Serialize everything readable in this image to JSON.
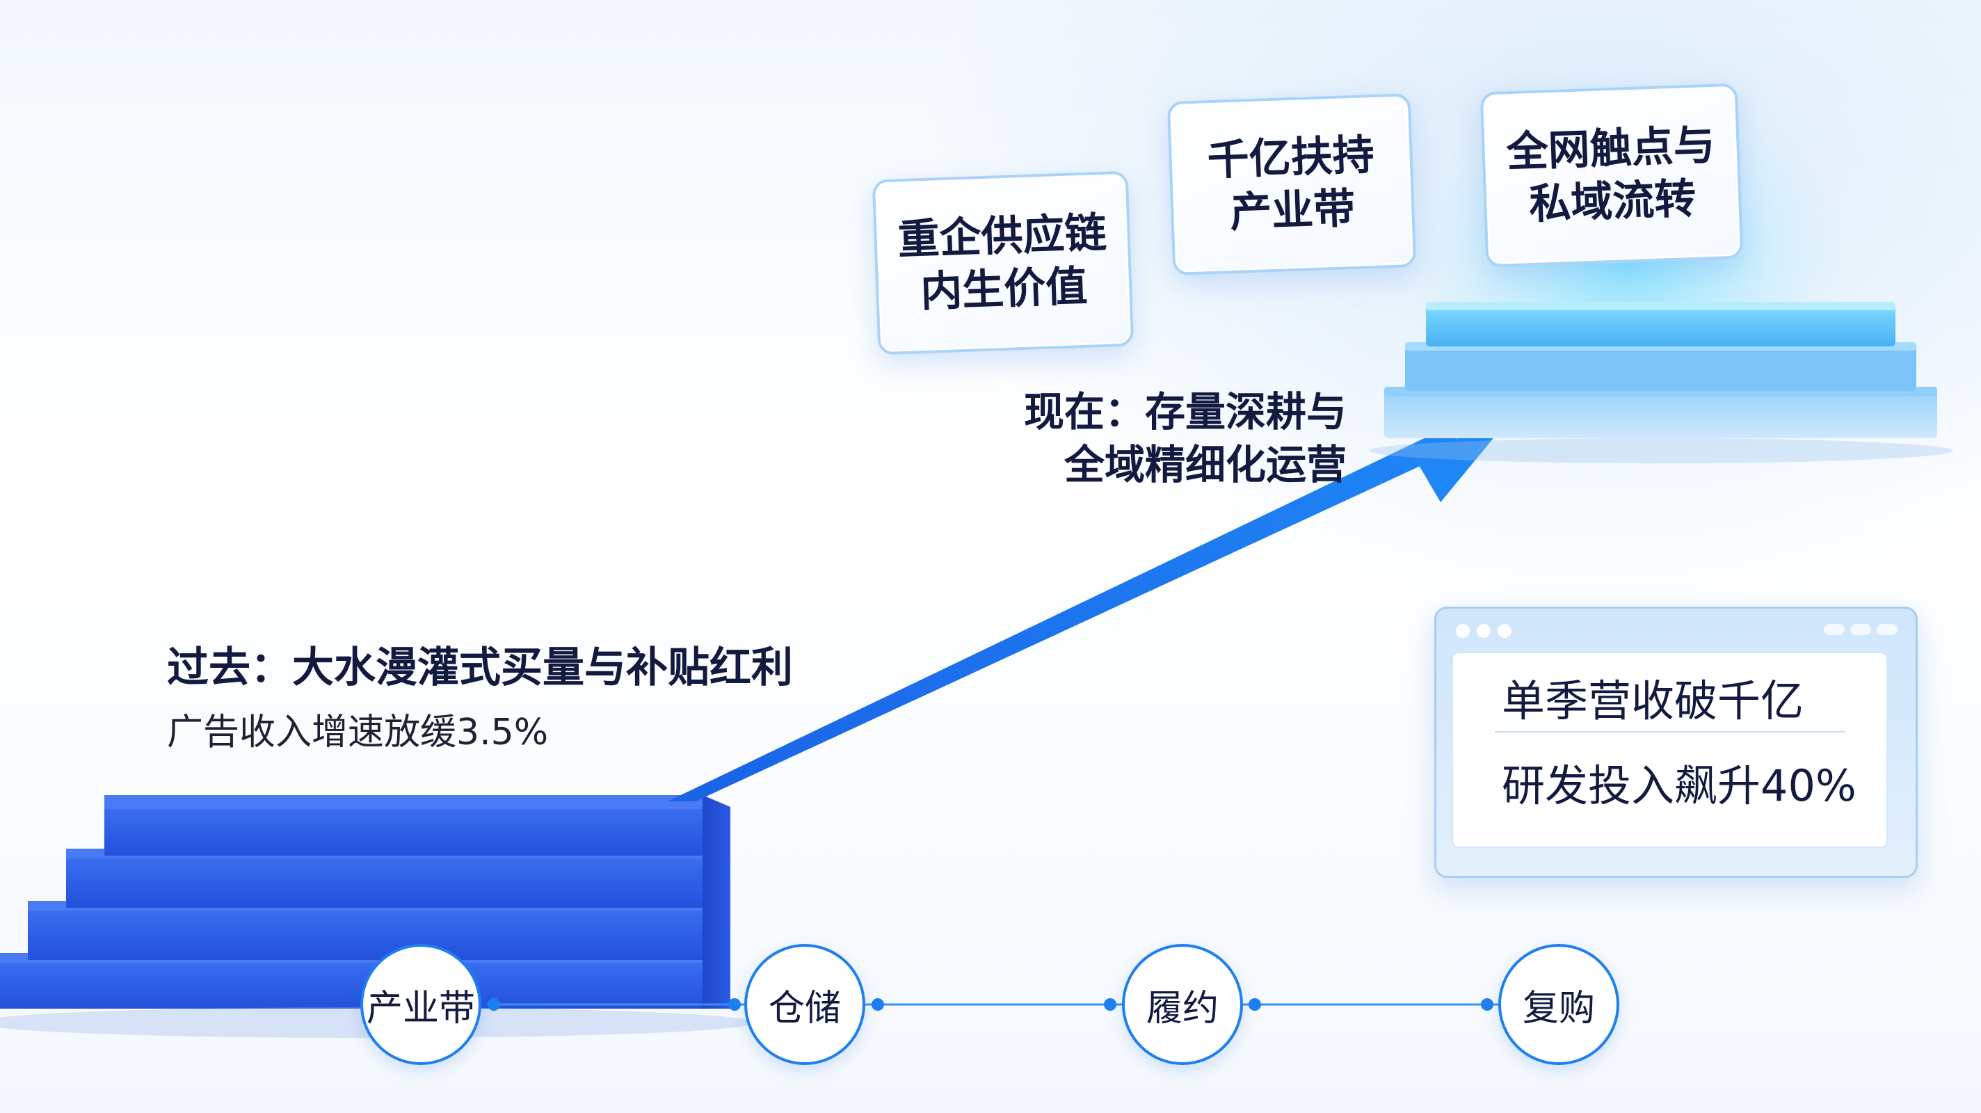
{
  "past": {
    "heading": "过去：大水漫灌式买量与补贴红利",
    "subtext": "广告收入增速放缓3.5%"
  },
  "present": {
    "heading": "现在：存量深耕与\n全域精细化运营"
  },
  "cards": [
    {
      "label": "重企供应链\n内生价值"
    },
    {
      "label": "千亿扶持\n产业带"
    },
    {
      "label": "全网触点与\n私域流转"
    }
  ],
  "panel": {
    "lines": [
      "单季营收破千亿",
      "研发投入飙升40%"
    ]
  },
  "process_nodes": [
    {
      "label": "产业带"
    },
    {
      "label": "仓储"
    },
    {
      "label": "履约"
    },
    {
      "label": "复购"
    }
  ],
  "colors": {
    "accent_blue": "#1e7ff0",
    "stairs_blue": "#2454dc",
    "platform_blue": "#5cb6f5",
    "text_dark": "#131a40"
  },
  "icons": {
    "growth_arrow": "arrow-up-right-icon",
    "stairs": "stairs-graphic",
    "platform": "glowing-podium-graphic"
  }
}
